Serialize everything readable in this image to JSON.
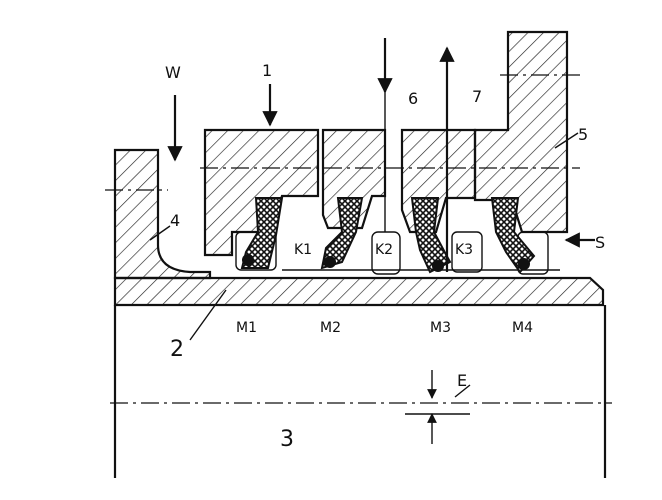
{
  "diagram": {
    "labels": {
      "w": "W",
      "part1": "1",
      "part2": "2",
      "part3": "3",
      "part4": "4",
      "part5": "5",
      "part6": "6",
      "part7": "7",
      "s": "S",
      "e": "E",
      "k1": "K1",
      "k2": "K2",
      "k3": "K3",
      "m1": "M1",
      "m2": "M2",
      "m3": "M3",
      "m4": "M4"
    }
  }
}
